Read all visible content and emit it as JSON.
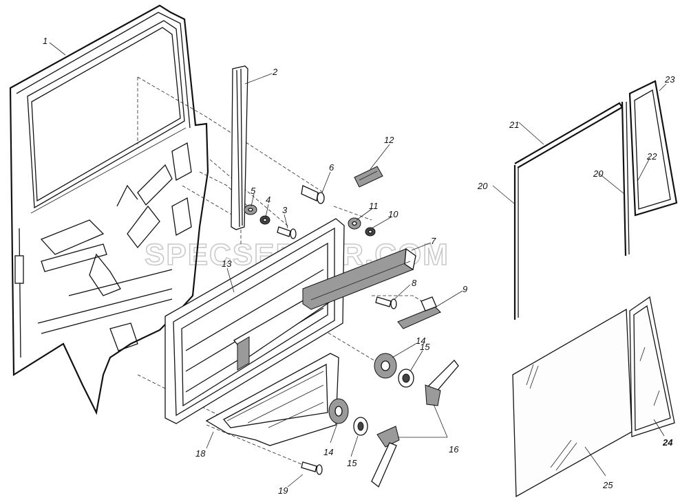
{
  "diagram": {
    "watermark": "SPECSERVER.COM",
    "labels": {
      "l1": "1",
      "l2": "2",
      "l3": "3",
      "l4": "4",
      "l5": "5",
      "l6": "6",
      "l7": "7",
      "l8": "8",
      "l9": "9",
      "l10": "10",
      "l11": "11",
      "l12": "12",
      "l13": "13",
      "l14a": "14",
      "l14b": "14",
      "l15a": "15",
      "l15b": "15",
      "l16": "16",
      "l18": "18",
      "l19": "19",
      "l20a": "20",
      "l20b": "20",
      "l21": "21",
      "l22": "22",
      "l23": "23",
      "l24": "24",
      "l25": "25"
    }
  }
}
